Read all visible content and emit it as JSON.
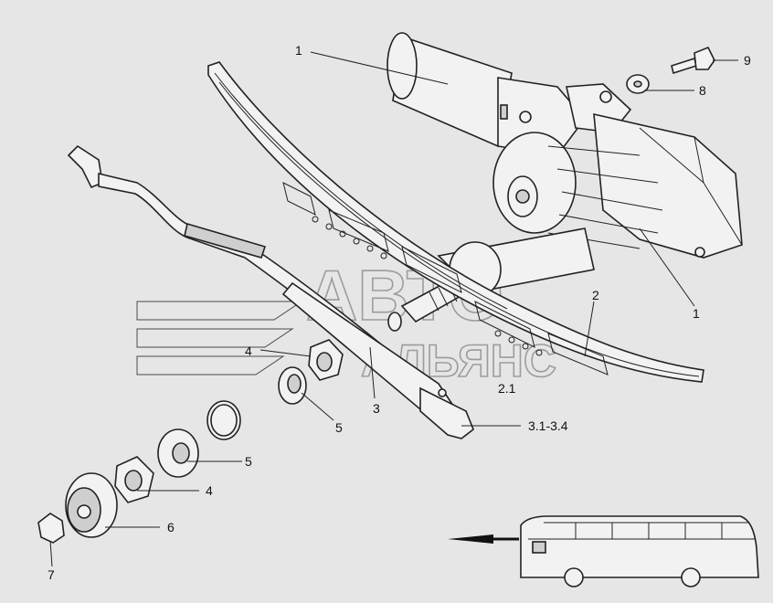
{
  "watermark": {
    "line1": "АВТО",
    "line2": "АЛЬЯНС"
  },
  "callouts": [
    {
      "id": "1",
      "text": "1"
    },
    {
      "id": "9",
      "text": "9"
    },
    {
      "id": "8",
      "text": "8"
    },
    {
      "id": "1b",
      "text": "1"
    },
    {
      "id": "2",
      "text": "2"
    },
    {
      "id": "2.1",
      "text": "2.1"
    },
    {
      "id": "4a",
      "text": "4"
    },
    {
      "id": "3",
      "text": "3"
    },
    {
      "id": "5a",
      "text": "5"
    },
    {
      "id": "3.1-3.4",
      "text": "3.1-3.4"
    },
    {
      "id": "5b",
      "text": "5"
    },
    {
      "id": "4b",
      "text": "4"
    },
    {
      "id": "6",
      "text": "6"
    },
    {
      "id": "7",
      "text": "7"
    }
  ]
}
